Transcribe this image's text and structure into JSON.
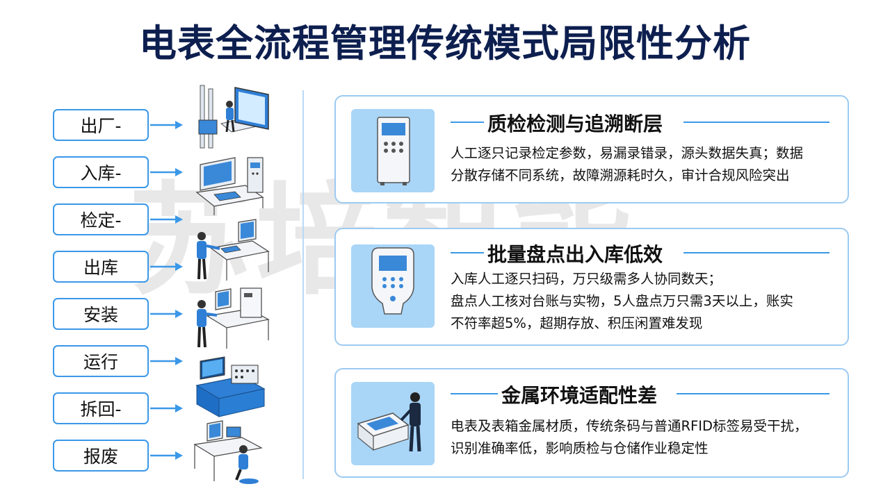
{
  "title": "电表全流程管理传统模式局限性分析",
  "watermark": "苏培智能",
  "stages": [
    {
      "label": "出厂-"
    },
    {
      "label": "入库-"
    },
    {
      "label": "检定-"
    },
    {
      "label": "出库"
    },
    {
      "label": "安装"
    },
    {
      "label": "运行"
    },
    {
      "label": "拆回-"
    },
    {
      "label": "报废"
    }
  ],
  "cards": [
    {
      "title": "质检检测与追溯断层",
      "lines": [
        "人工逐只记录检定参数，易漏录错录，源头数据失真；数据",
        "分散存储不同系统，故障溯源耗时久，审计合规风险突出"
      ]
    },
    {
      "title": "批量盘点出入库低效",
      "lines": [
        "入库人工逐只扫码，万只级需多人协同数天；",
        "盘点人工核对台账与实物，5人盘点万只需3天以上，账实",
        "不符率超5%，超期存放、积压闲置难发现"
      ]
    },
    {
      "title": "金属环境适配性差",
      "lines": [
        "电表及表箱金属材质，传统条码与普通RFID标签易受干扰，",
        "识别准确率低，影响质检与仓储作业稳定性"
      ]
    }
  ],
  "colors": {
    "accent": "#3a98e8",
    "title": "#0d1f4f",
    "icon_bg": "#a9d5f7"
  }
}
